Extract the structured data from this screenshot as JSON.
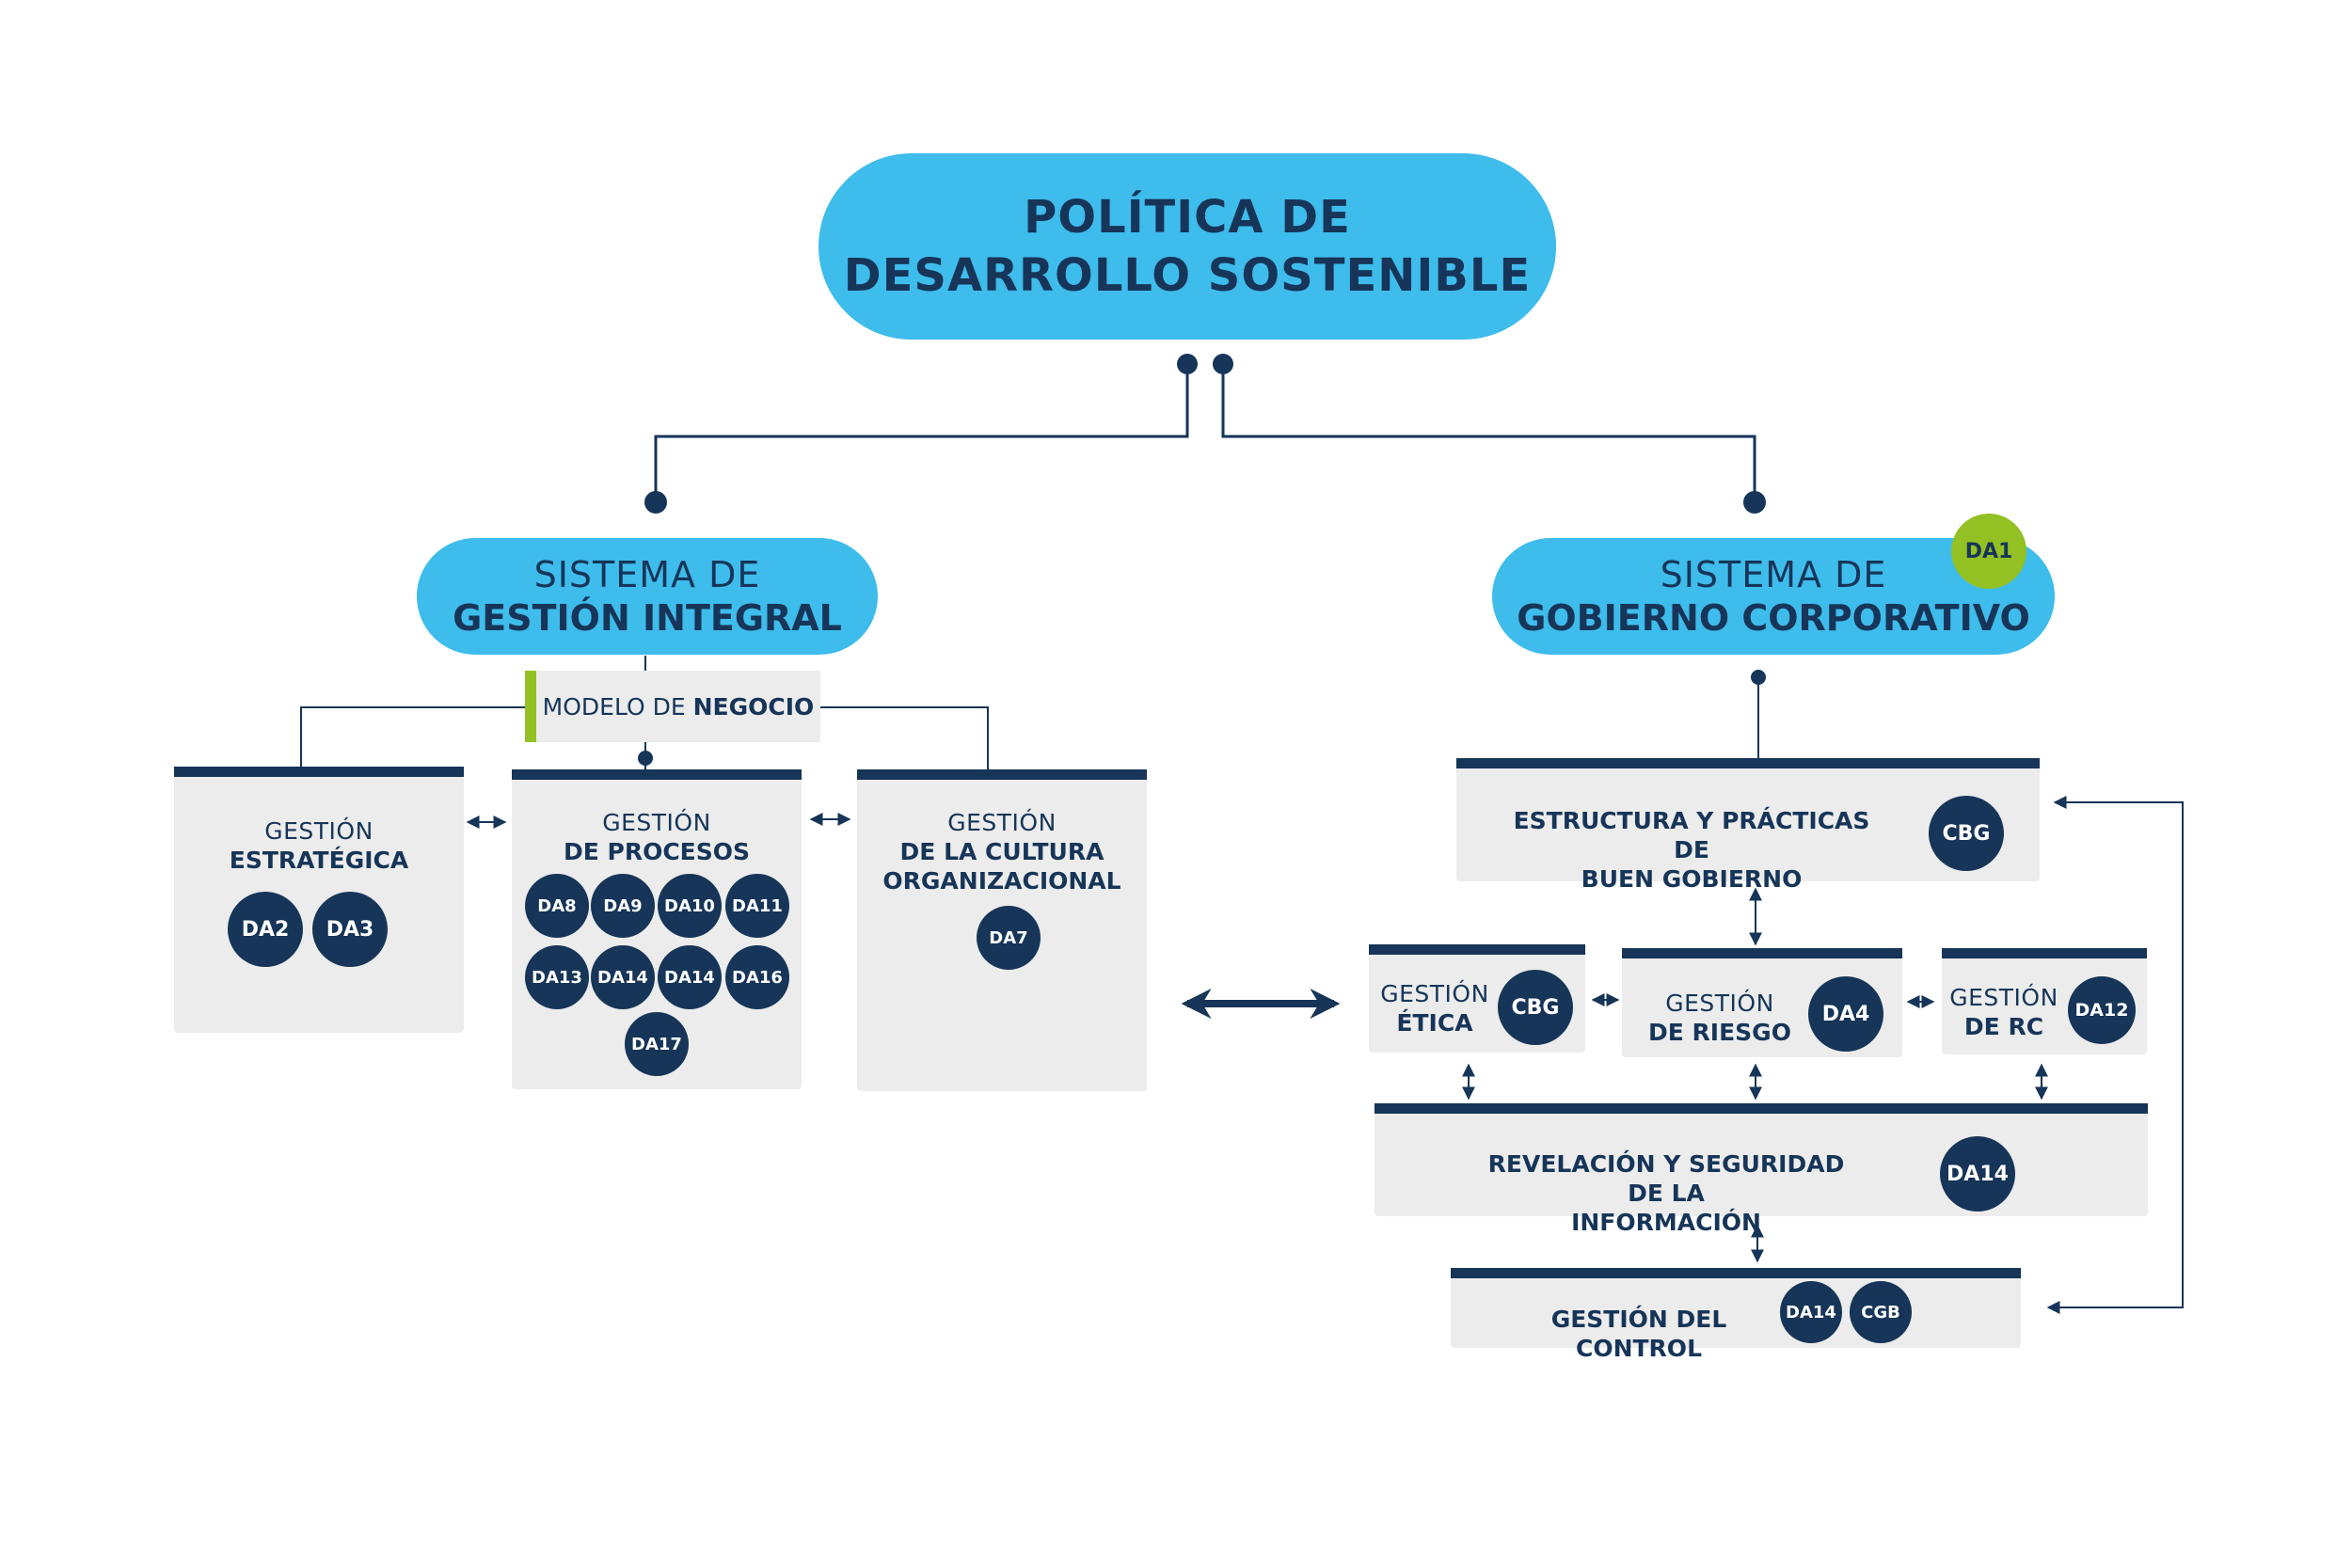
{
  "title": {
    "line1": "POLÍTICA DE",
    "line2": "DESARROLLO SOSTENIBLE"
  },
  "sgi": {
    "line1": "SISTEMA DE",
    "line2": "GESTIÓN INTEGRAL"
  },
  "sgc": {
    "line1": "SISTEMA DE",
    "line2": "GOBIERNO CORPORATIVO",
    "badge": "DA1"
  },
  "modelo": {
    "prefix": "MODELO DE ",
    "bold": "NEGOCIO"
  },
  "estrategica": {
    "line1": "GESTIÓN",
    "line2": "ESTRATÉGICA",
    "badges": [
      "DA2",
      "DA3"
    ]
  },
  "procesos": {
    "line1": "GESTIÓN",
    "line2": "DE PROCESOS",
    "badges": [
      "DA8",
      "DA9",
      "DA10",
      "DA11",
      "DA13",
      "DA14",
      "DA14",
      "DA16",
      "DA17"
    ]
  },
  "cultura": {
    "line1": "GESTIÓN",
    "line2": "DE LA CULTURA",
    "line3": "ORGANIZACIONAL",
    "badge": "DA7"
  },
  "estructura": {
    "line1": "ESTRUCTURA Y PRÁCTICAS DE",
    "line2": "BUEN GOBIERNO",
    "badge": "CBG"
  },
  "etica": {
    "line1": "GESTIÓN",
    "line2": "ÉTICA",
    "badge": "CBG"
  },
  "riesgo": {
    "line1": "GESTIÓN",
    "line2": "DE RIESGO",
    "badge": "DA4"
  },
  "rc": {
    "line1": "GESTIÓN",
    "line2": "DE RC",
    "badge": "DA12"
  },
  "revelacion": {
    "line1": "REVELACIÓN Y SEGURIDAD DE LA",
    "line2": "INFORMACIÓN",
    "badge": "DA14"
  },
  "control": {
    "label": "GESTIÓN DEL CONTROL",
    "badges": [
      "DA14",
      "CGB"
    ]
  },
  "colors": {
    "navy": "#163558",
    "sky": "#3ebcec",
    "green": "#93c023",
    "card": "#ececec"
  }
}
